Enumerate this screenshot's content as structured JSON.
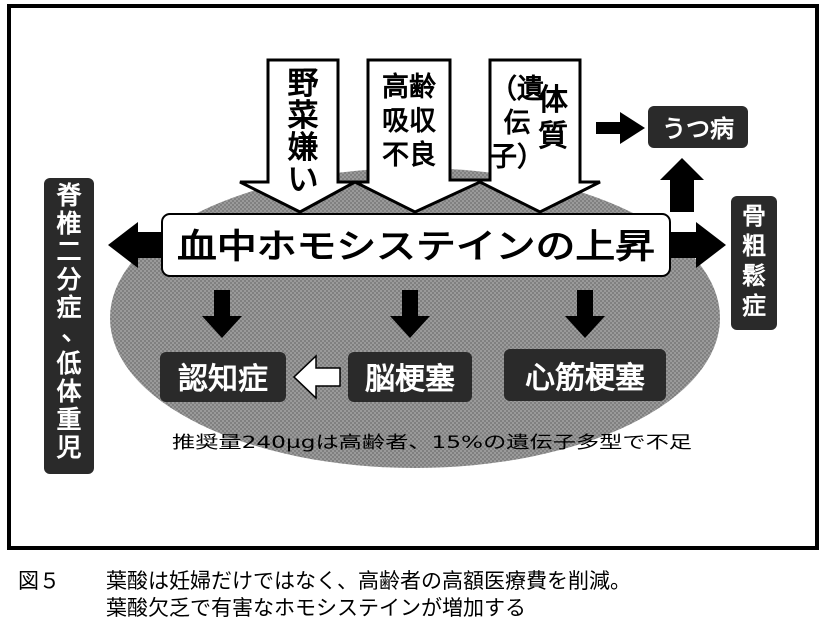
{
  "causes": {
    "vegetable": [
      "野",
      "菜",
      "嫌",
      "い"
    ],
    "elderly": [
      "高齢",
      "吸収",
      "不良"
    ],
    "constitution_paren": [
      "（遺",
      "伝",
      "子）"
    ],
    "constitution": [
      "体",
      "質"
    ]
  },
  "center_label": "血中ホモシステインの上昇",
  "outcomes": {
    "depression": "うつ病",
    "osteoporosis": [
      "骨",
      "粗",
      "鬆",
      "症"
    ],
    "spina_bifida": [
      "脊",
      "椎",
      "二",
      "分",
      "症",
      "、",
      "低",
      "体",
      "重",
      "児"
    ],
    "dementia": "認知症",
    "stroke": "脳梗塞",
    "mi": "心筋梗塞"
  },
  "note": "推奨量240μgは高齢者、15%の遺伝子多型で不足",
  "caption": {
    "figure_label": "図５",
    "line1": "葉酸は妊婦だけではなく、高齢者の高額医療費を削減。",
    "line2": "葉酸欠乏で有害なホモシステインが増加する"
  },
  "colors": {
    "ellipse": "#8c8c8c",
    "dark_box": "#2a2a2a",
    "box_text": "#ffffff"
  }
}
